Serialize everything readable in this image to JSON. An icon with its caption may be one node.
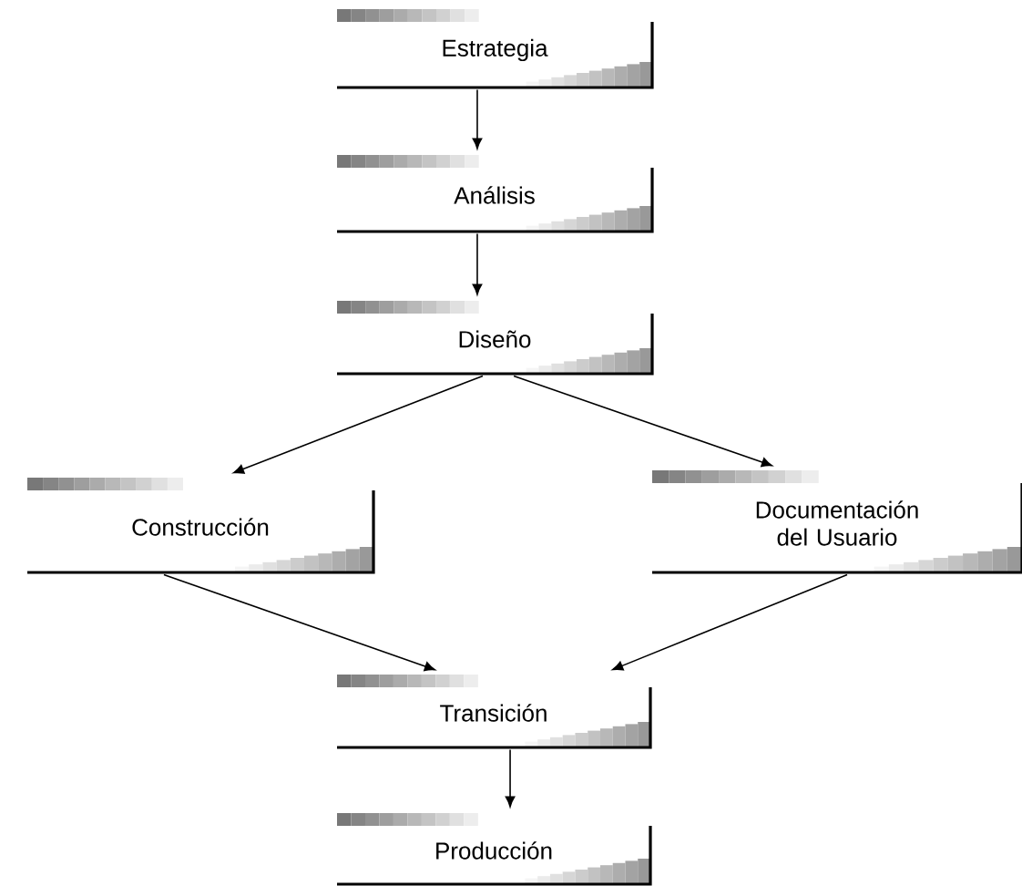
{
  "diagram": {
    "nodes": [
      {
        "text": [
          "Estrategia"
        ]
      },
      {
        "text": [
          "Análisis"
        ]
      },
      {
        "text": [
          "Diseño"
        ]
      },
      {
        "text": [
          "Construcción"
        ]
      },
      {
        "text": [
          "Documentación del Usuario"
        ]
      },
      {
        "text": [
          "Transición"
        ]
      },
      {
        "text": [
          "Producción"
        ]
      }
    ],
    "edges": [
      {
        "from": 0,
        "to": 1,
        "arrow": "to"
      },
      {
        "from": 1,
        "to": 2,
        "arrow": "to"
      },
      {
        "from": 2,
        "to": 3,
        "arrow": "to"
      },
      {
        "from": 2,
        "to": 4,
        "arrow": "to"
      },
      {
        "from": 3,
        "to": 5,
        "arrow": "to"
      },
      {
        "from": 4,
        "to": 5,
        "arrow": "to"
      },
      {
        "from": 5,
        "to": 6,
        "arrow": "to"
      }
    ]
  }
}
